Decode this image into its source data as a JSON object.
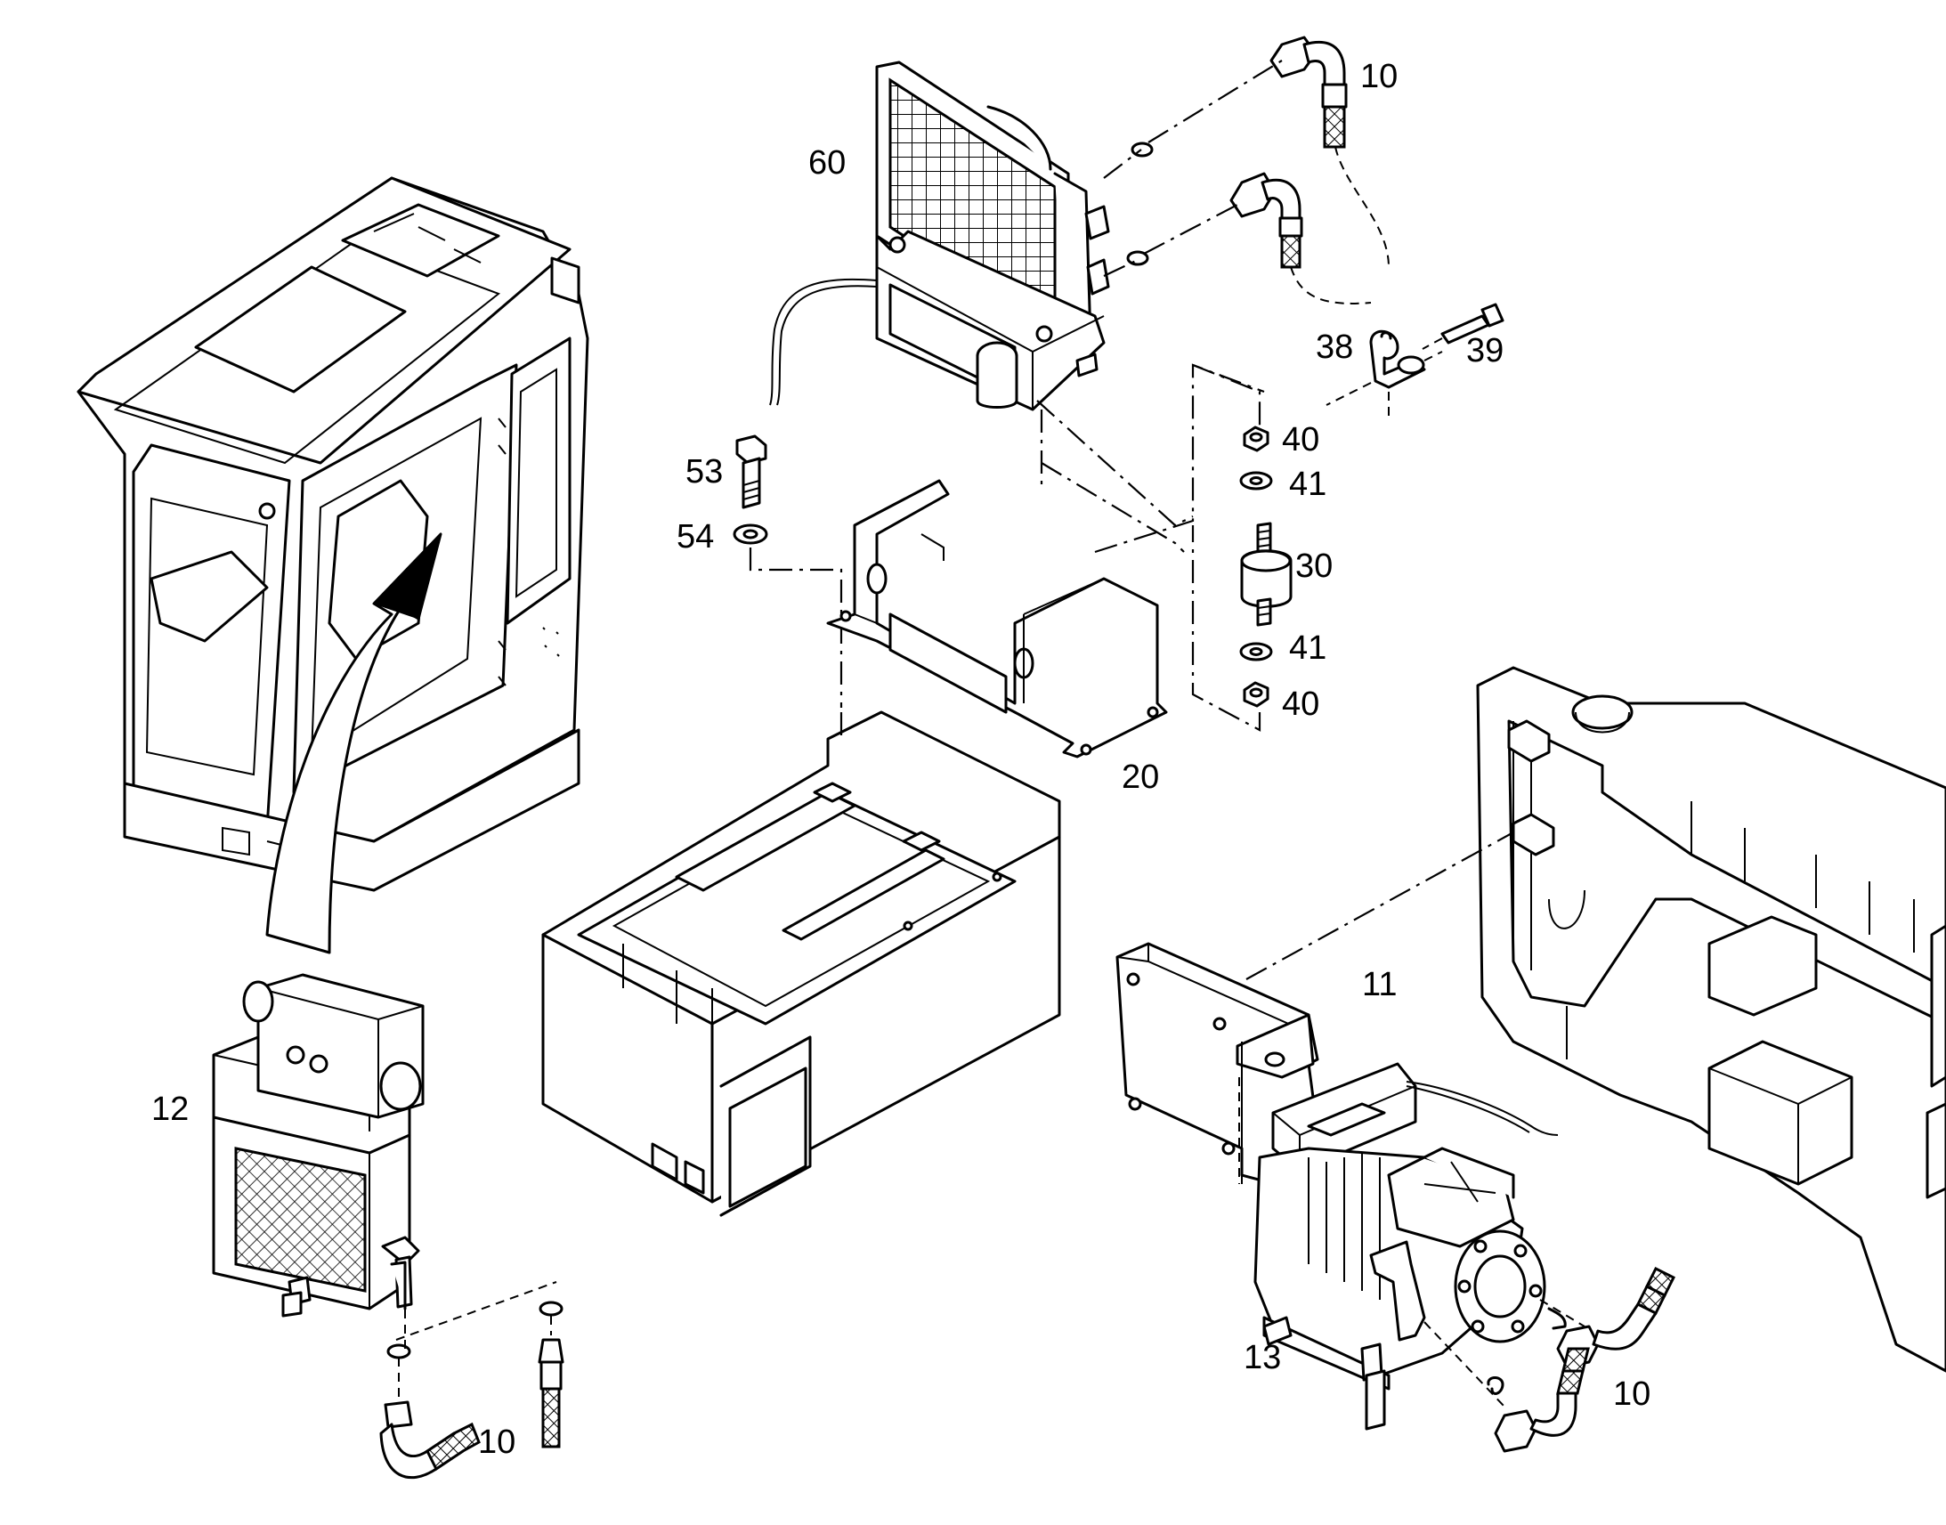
{
  "callouts": [
    {
      "id": "c10a",
      "label": "10"
    },
    {
      "id": "c60",
      "label": "60"
    },
    {
      "id": "c38",
      "label": "38"
    },
    {
      "id": "c39",
      "label": "39"
    },
    {
      "id": "c40a",
      "label": "40"
    },
    {
      "id": "c41a",
      "label": "41"
    },
    {
      "id": "c53",
      "label": "53"
    },
    {
      "id": "c54",
      "label": "54"
    },
    {
      "id": "c30",
      "label": "30"
    },
    {
      "id": "c41b",
      "label": "41"
    },
    {
      "id": "c40b",
      "label": "40"
    },
    {
      "id": "c20",
      "label": "20"
    },
    {
      "id": "c11",
      "label": "11"
    },
    {
      "id": "c12",
      "label": "12"
    },
    {
      "id": "c13",
      "label": "13"
    },
    {
      "id": "c10b",
      "label": "10"
    },
    {
      "id": "c10c",
      "label": "10"
    }
  ],
  "colors": {
    "line": "#000000",
    "background": "#ffffff"
  }
}
